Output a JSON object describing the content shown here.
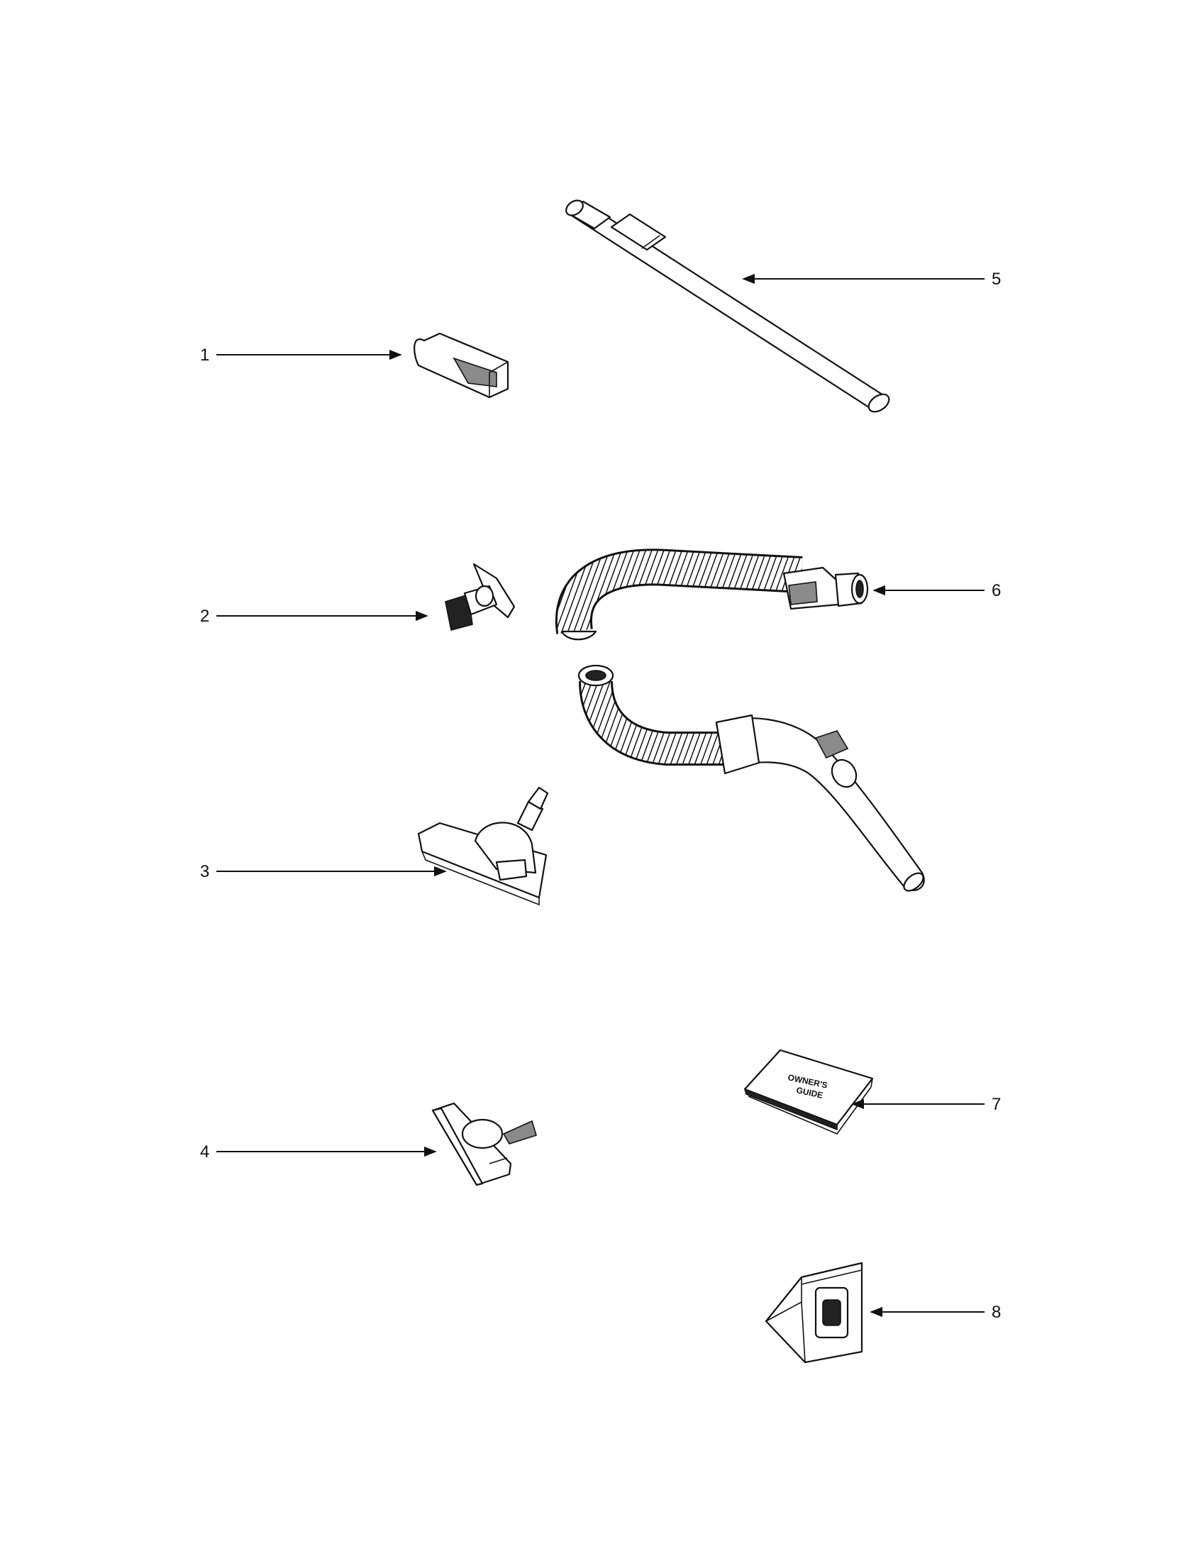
{
  "callouts": [
    {
      "id": "1",
      "label": "1"
    },
    {
      "id": "2",
      "label": "2"
    },
    {
      "id": "3",
      "label": "3"
    },
    {
      "id": "4",
      "label": "4"
    },
    {
      "id": "5",
      "label": "5"
    },
    {
      "id": "6",
      "label": "6"
    },
    {
      "id": "7",
      "label": "7"
    },
    {
      "id": "8",
      "label": "8"
    }
  ],
  "booklet": {
    "line1": "OWNER'S",
    "line2": "GUIDE"
  },
  "colors": {
    "ink": "#111111",
    "paper": "#ffffff"
  }
}
